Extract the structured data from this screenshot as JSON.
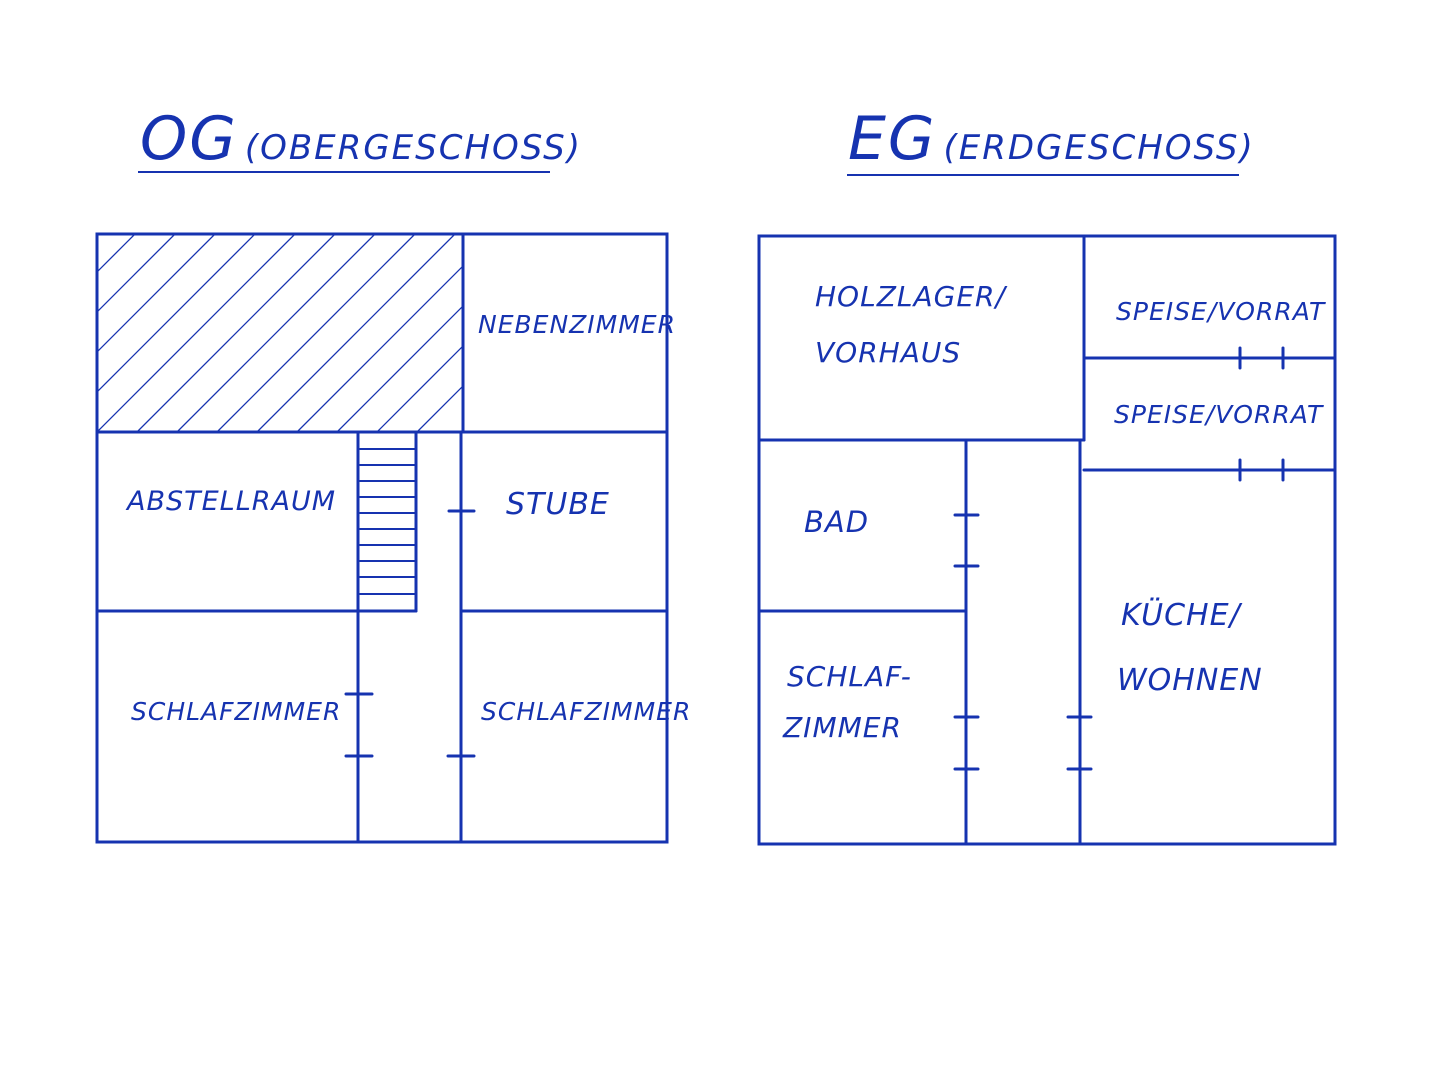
{
  "colors": {
    "ink": "#1633b0",
    "paper": "#ffffff"
  },
  "og": {
    "title_main": "OG",
    "title_sub": "(OBERGESCHOSS)",
    "rooms": {
      "nebenzimmer": "NEBENZIMMER",
      "abstellraum": "ABSTELLRAUM",
      "stube": "STUBE",
      "schlafzimmer_left": "SCHLAFZIMMER",
      "schlafzimmer_right": "SCHLAFZIMMER"
    }
  },
  "eg": {
    "title_main": "EG",
    "title_sub": "(ERDGESCHOSS)",
    "rooms": {
      "holzlager_line1": "HOLZLAGER/",
      "holzlager_line2": "VORHAUS",
      "speise_top": "SPEISE/VORRAT",
      "speise_bottom": "SPEISE/VORRAT",
      "bad": "BAD",
      "schlaf_line1": "SCHLAF-",
      "schlaf_line2": "ZIMMER",
      "kueche_line1": "KÜCHE/",
      "kueche_line2": "WOHNEN"
    }
  }
}
